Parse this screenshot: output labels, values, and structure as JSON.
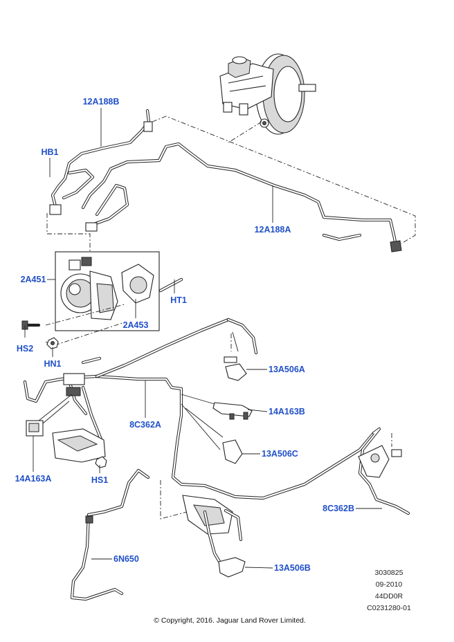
{
  "callouts": {
    "c12A188B": "12A188B",
    "cHB1": "HB1",
    "c12A188A": "12A188A",
    "c2A451": "2A451",
    "cHT1": "HT1",
    "c2A453": "2A453",
    "cHS2": "HS2",
    "cHN1": "HN1",
    "c13A506A": "13A506A",
    "c14A163B": "14A163B",
    "c8C362A": "8C362A",
    "c13A506C": "13A506C",
    "c14A163A": "14A163A",
    "cHS1": "HS1",
    "c8C362B": "8C362B",
    "c6N650": "6N650",
    "c13A506B": "13A506B"
  },
  "reference": {
    "line1": "3030825",
    "line2": "09-2010",
    "line3": "44DD0R",
    "line4": "C0231280-01"
  },
  "copyright": "© Copyright, 2016. Jaguar Land Rover Limited."
}
